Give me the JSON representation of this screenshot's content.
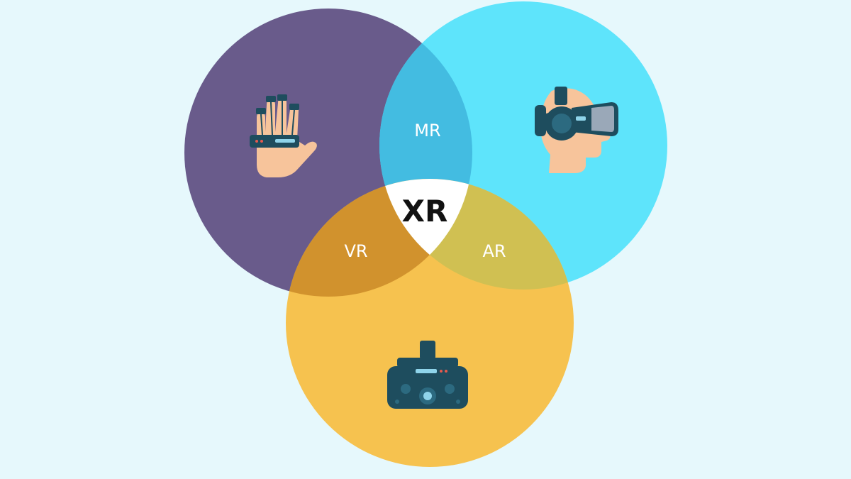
{
  "diagram": {
    "labels": {
      "mr": "MR",
      "vr": "VR",
      "ar": "AR",
      "xr": "XR"
    },
    "icons": {
      "left_circle": "haptic-glove-icon",
      "right_circle": "mr-headset-head-icon",
      "bottom_circle": "vr-headset-icon"
    },
    "colors": {
      "background": "#e6f8fc",
      "left_circle": "#695b8b",
      "right_circle": "#5ee4fb",
      "bottom_circle": "#f6c24f",
      "mr_overlap": "#43bce1",
      "vr_overlap": "#d1922d",
      "ar_overlap": "#d0c052",
      "center": "#ffffff",
      "icon_dark": "#1e4d5e",
      "skin": "#f7c49b"
    }
  }
}
